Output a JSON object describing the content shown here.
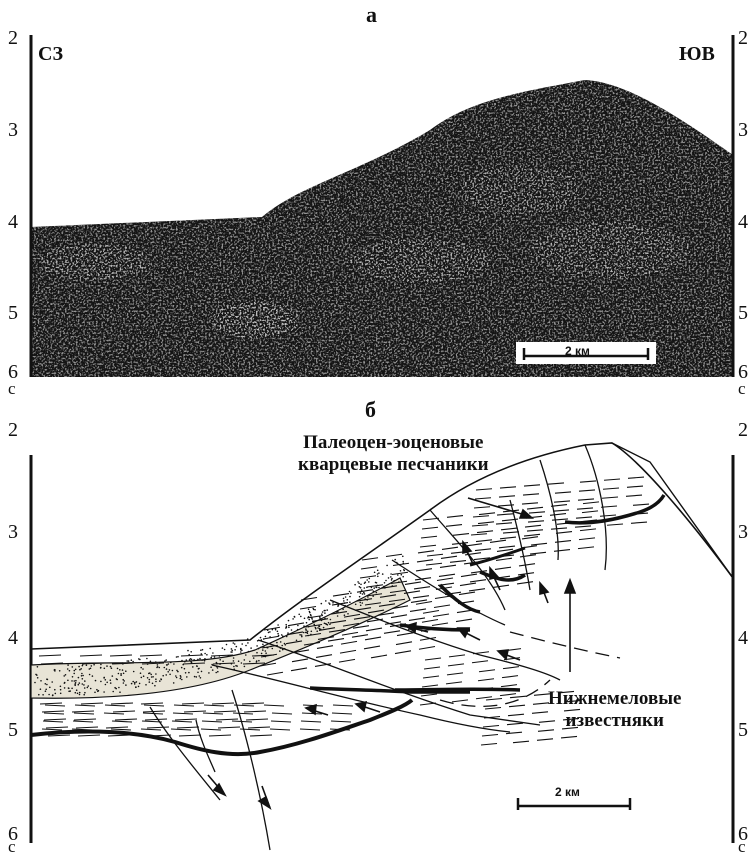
{
  "panel_a": {
    "title": "а",
    "left_label": "СЗ",
    "right_label": "ЮВ",
    "ticks": [
      "2",
      "3",
      "4",
      "5",
      "6"
    ],
    "unit": "с",
    "scale": "2 км"
  },
  "panel_b": {
    "title": "б",
    "ticks": [
      "2",
      "3",
      "4",
      "5",
      "6"
    ],
    "unit": "с",
    "scale": "2 км",
    "annotation_top": "Палеоцен-эоценовые\nкварцевые песчаники",
    "annotation_bottom": "Нижнемеловые\nизвестняки"
  },
  "colors": {
    "ink": "#111111",
    "paper": "#ffffff",
    "sand": "#f7f5ef"
  }
}
